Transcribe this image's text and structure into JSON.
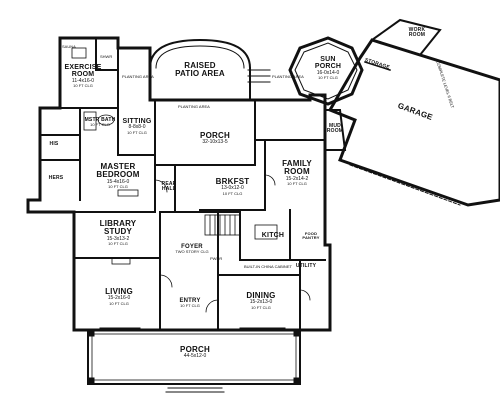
{
  "plan": {
    "rooms": {
      "exercise": {
        "name": "EXERCISE\nROOM",
        "dims": "11-4x16-0",
        "ceiling": "10 FT CLG"
      },
      "mstr_bath": {
        "name": "MSTR BATH",
        "dims": "",
        "ceiling": "10 FT CLG"
      },
      "sitting": {
        "name": "SITTING",
        "dims": "8-8x8-0",
        "ceiling": "10 FT CLG"
      },
      "master_bedroom": {
        "name": "MASTER\nBEDROOM",
        "dims": "15-4x16-0",
        "ceiling": "10 FT CLG"
      },
      "raised_patio": {
        "name": "RAISED\nPATIO AREA",
        "dims": "",
        "ceiling": ""
      },
      "porch_rear": {
        "name": "PORCH",
        "dims": "32-10x13-5",
        "ceiling": ""
      },
      "sun_porch": {
        "name": "SUN\nPORCH",
        "dims": "16-0x14-0",
        "ceiling": "10 FT CLG"
      },
      "garage": {
        "name": "GARAGE",
        "dims": "",
        "ceiling": ""
      },
      "family_room": {
        "name": "FAMILY\nROOM",
        "dims": "15-2x14-2",
        "ceiling": "10 FT CLG"
      },
      "brkfst": {
        "name": "BRKFST",
        "dims": "13-0x12-0",
        "ceiling": "10 FT CLG"
      },
      "kitch": {
        "name": "KITCH",
        "dims": "",
        "ceiling": ""
      },
      "library": {
        "name": "LIBRARY\nSTUDY",
        "dims": "15-3x13-2",
        "ceiling": "10 FT CLG"
      },
      "living": {
        "name": "LIVING",
        "dims": "15-2x16-0",
        "ceiling": "10 FT CLG"
      },
      "foyer": {
        "name": "FOYER",
        "dims": "TWO STORY CLG",
        "ceiling": ""
      },
      "entry": {
        "name": "ENTRY",
        "dims": "",
        "ceiling": "10 FT CLG"
      },
      "dining": {
        "name": "DINING",
        "dims": "15-2x13-0",
        "ceiling": "10 FT CLG"
      },
      "porch_front": {
        "name": "PORCH",
        "dims": "44-5x12-0",
        "ceiling": ""
      },
      "mud_room": {
        "name": "MUD\nROOM",
        "dims": "",
        "ceiling": ""
      },
      "work_room": {
        "name": "WORK\nROOM",
        "dims": "",
        "ceiling": ""
      },
      "rear_hall": {
        "name": "REAR\nHALL",
        "dims": "",
        "ceiling": ""
      },
      "utility": {
        "name": "UTILITY",
        "dims": "",
        "ceiling": ""
      },
      "storage": {
        "name": "STORAGE",
        "dims": "",
        "ceiling": ""
      },
      "his": {
        "name": "HIS",
        "dims": "",
        "ceiling": ""
      },
      "hers": {
        "name": "HERS",
        "dims": "",
        "ceiling": ""
      },
      "food_pantry": {
        "name": "FOOD\nPANTRY",
        "dims": "",
        "ceiling": ""
      }
    },
    "notes": {
      "sauna": "SAUNA",
      "shwr": "SHWR",
      "planting_area_1": "PLANTING AREA",
      "planting_area_2": "PLANTING AREA",
      "planting_area_3": "PLANTING AREA",
      "pwdr": "PWDR",
      "builtin_china": "BUILT-IN CHINA CABINET",
      "garage_note": "COMPLETE LEVEL 6 BELT"
    }
  }
}
